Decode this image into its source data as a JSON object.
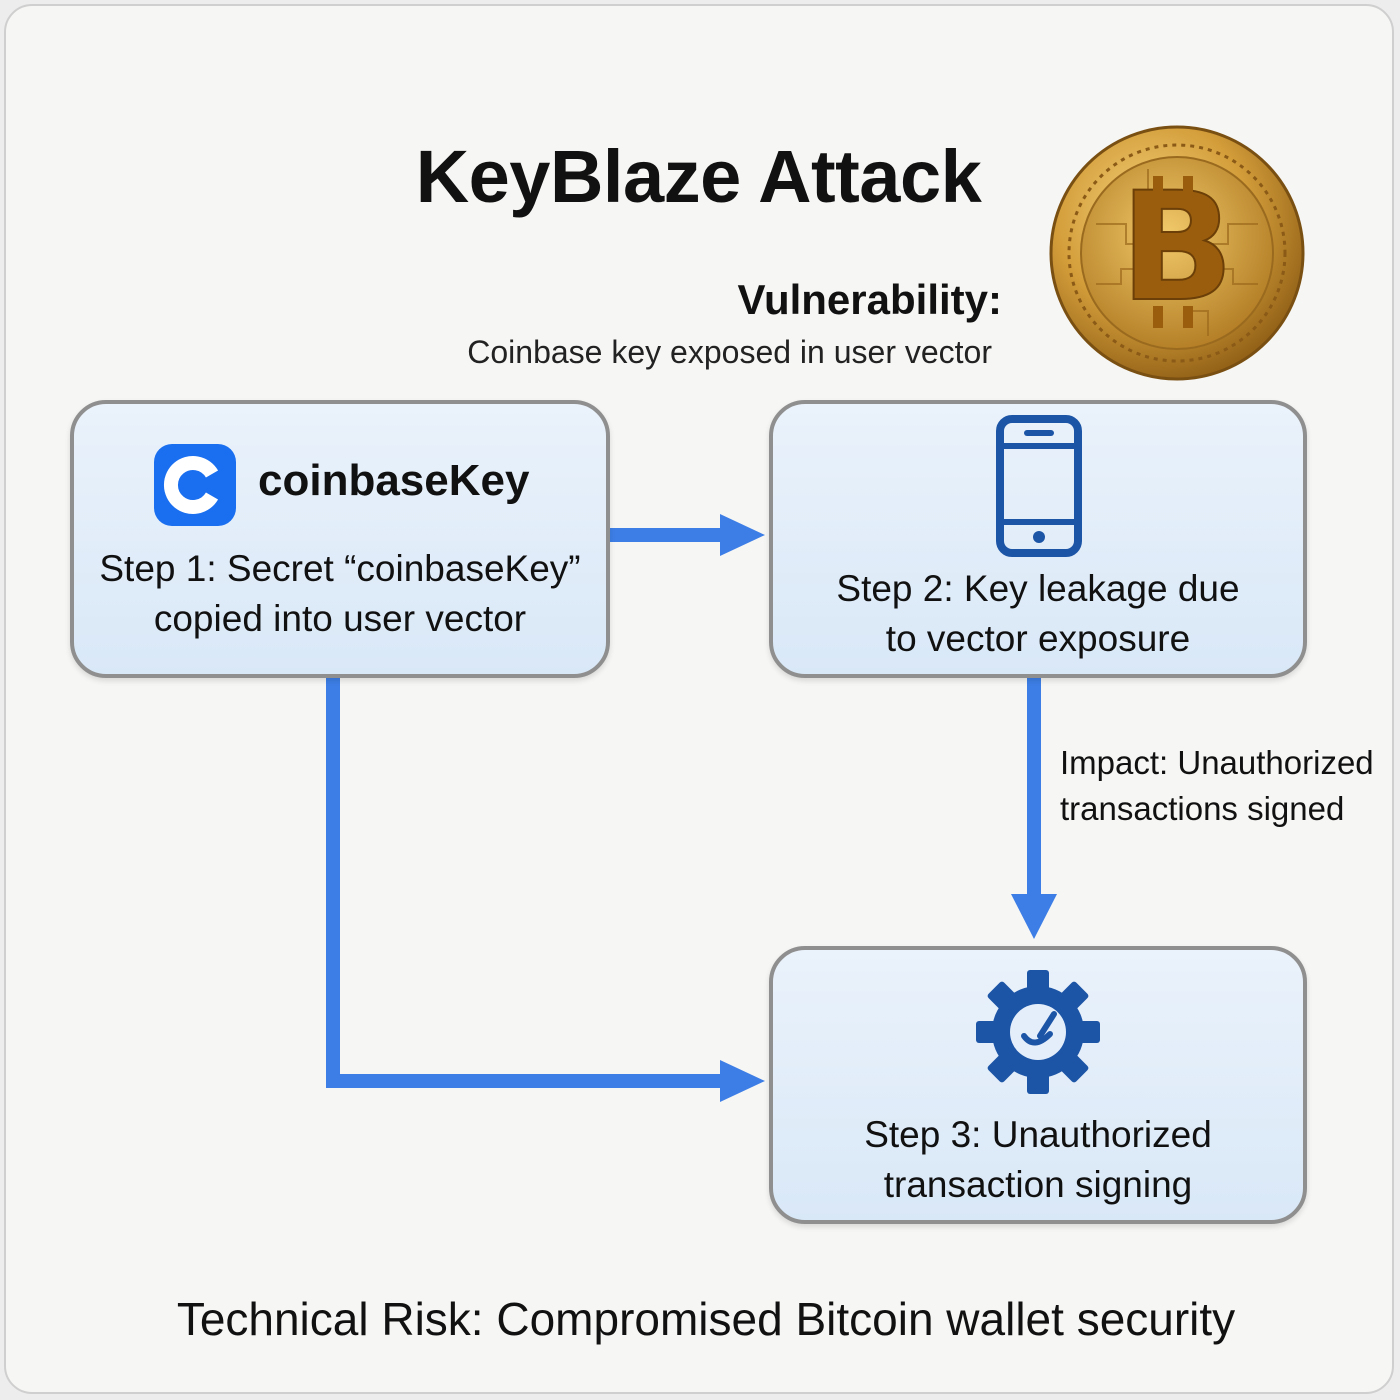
{
  "title": "KeyBlaze Attack",
  "vulnerability": {
    "label": "Vulnerability:",
    "text": "Coinbase key exposed in user vector"
  },
  "coin_icon": "bitcoin-coin-icon",
  "steps": [
    {
      "logo_icon": "coinbase-logo-icon",
      "logo_name": "coinbaseKey",
      "lines": [
        "Step 1: Secret “coinbaseKey”",
        "copied into user vector"
      ]
    },
    {
      "icon": "smartphone-icon",
      "lines": [
        "Step 2: Key leakage due",
        "to vector exposure"
      ]
    },
    {
      "icon": "gear-signature-icon",
      "lines": [
        "Step 3: Unauthorized",
        "transaction signing"
      ]
    }
  ],
  "impact": {
    "lines": [
      "Impact: Unauthorized",
      "transactions signed"
    ]
  },
  "footer": "Technical Risk: Compromised Bitcoin wallet security",
  "colors": {
    "arrow": "#3d7ee6",
    "box_border": "#8f8f8f",
    "box_fill": "#dde9f7",
    "coinbase_blue": "#1a6ff0",
    "icon_navy": "#1d55a6",
    "coin_gold": "#c8902a"
  }
}
